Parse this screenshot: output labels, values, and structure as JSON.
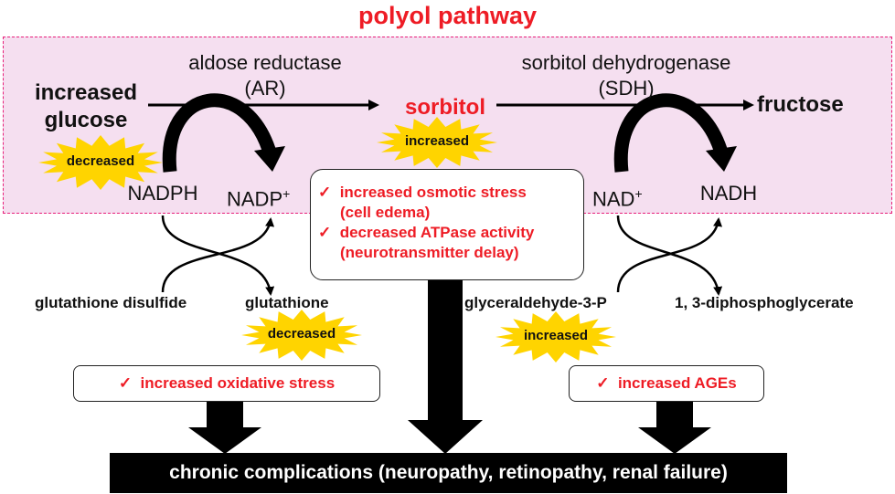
{
  "title": "polyol pathway",
  "enzymes": {
    "ar_name": "aldose reductase",
    "ar_abbr": "(AR)",
    "sdh_name": "sorbitol dehydrogenase",
    "sdh_abbr": "(SDH)"
  },
  "metabolites": {
    "glucose_line1": "increased",
    "glucose_line2": "glucose",
    "sorbitol": "sorbitol",
    "fructose": "fructose"
  },
  "cofactors": {
    "nadph": "NADPH",
    "nadp": "NADP",
    "nadp_sup": "+",
    "nad": "NAD",
    "nad_sup": "+",
    "nadh": "NADH"
  },
  "side_products": {
    "glutathione_disulfide": "glutathione disulfide",
    "glutathione": "glutathione",
    "glyceraldehyde": "glyceraldehyde-3-P",
    "diphosphoglycerate": "1, 3-diphosphoglycerate"
  },
  "bursts": {
    "nadph": "decreased",
    "sorbitol": "increased",
    "glutathione": "decreased",
    "glyceraldehyde": "increased"
  },
  "mechanisms": {
    "check": "✓",
    "line1": "increased osmotic stress",
    "line2": "(cell edema)",
    "line3": "decreased ATPase activity",
    "line4": "(neurotransmitter delay)"
  },
  "effects": {
    "check": "✓",
    "oxidative": "increased oxidative stress",
    "ages": "increased AGEs"
  },
  "outcome": "chronic complications (neuropathy, retinopathy, renal failure)",
  "colors": {
    "red": "#ee1c25",
    "region_fill": "#f5dff0",
    "region_border": "#e8207a",
    "burst_fill": "#ffd400"
  }
}
